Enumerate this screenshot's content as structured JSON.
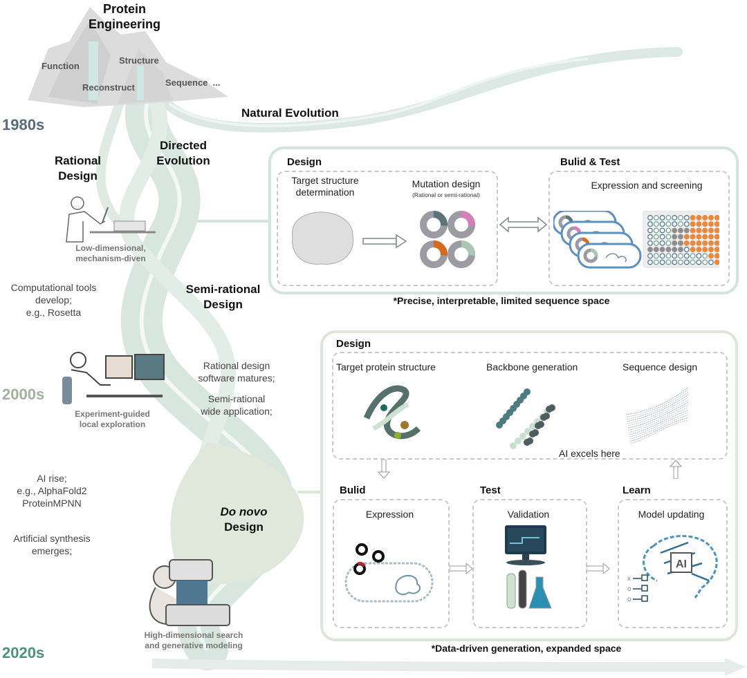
{
  "header": {
    "title_line1": "Protein",
    "title_line2": "Engineering",
    "mountain_labels": [
      "Function",
      "Structure",
      "Reconstruct",
      "Sequence  ..."
    ]
  },
  "eras": {
    "e1980": "1980s",
    "e2000": "2000s",
    "e2020": "2020s",
    "colors": {
      "e1980": "#5a6b78",
      "e2000": "#a3b09d",
      "e2020": "#4c9479"
    }
  },
  "paths": {
    "natural": "Natural Evolution",
    "directed_1": "Directed",
    "directed_2": "Evolution",
    "rational_1": "Rational",
    "rational_2": "Design",
    "semi_1": "Semi-rational",
    "semi_2": "Design",
    "denovo_1": "Do novo",
    "denovo_2": "Design"
  },
  "figures": {
    "rational_caption_1": "Low-dimensional,",
    "rational_caption_2": "mechanism-diven",
    "semi_caption_1": "Experiment-guided",
    "semi_caption_2": "local exploration",
    "denovo_caption_1": "High-dimensional search",
    "denovo_caption_2": "and generative modeling"
  },
  "notes": {
    "comp_1": "Computational tools",
    "comp_2": "develop;",
    "comp_3": "e.g., Rosetta",
    "rat_1": "Rational design",
    "rat_2": "software matures;",
    "semi_1": "Semi-rational",
    "semi_2": "wide application;",
    "ai_1": "AI rise;",
    "ai_2": "e.g., AlphaFold2",
    "ai_3": "ProteinMPNN",
    "syn_1": "Artificial synthesis",
    "syn_2": "emerges;"
  },
  "panel_top": {
    "design_title": "Design",
    "target_1": "Target structure",
    "target_2": "determination",
    "mutation": "Mutation design",
    "mutation_sub": "(Rational or semi-rational)",
    "build_title": "Bulid & Test",
    "expression": "Expression and screening",
    "footer": "*Precise, interpretable, limited sequence space",
    "donut_colors": [
      "#5a7479",
      "#d47fb8",
      "#d66a1f",
      "#a9c7b4"
    ]
  },
  "panel_bottom": {
    "design_title": "Design",
    "target": "Target protein structure",
    "backbone": "Backbone generation",
    "sequence": "Sequence design",
    "ai_note": "AI excels here",
    "build_title": "Bulid",
    "expression": "Expression",
    "test_title": "Test",
    "validation": "Validation",
    "learn_title": "Learn",
    "model": "Model updating",
    "ai_badge": "AI",
    "footer": "*Data-driven generation, expanded space"
  }
}
